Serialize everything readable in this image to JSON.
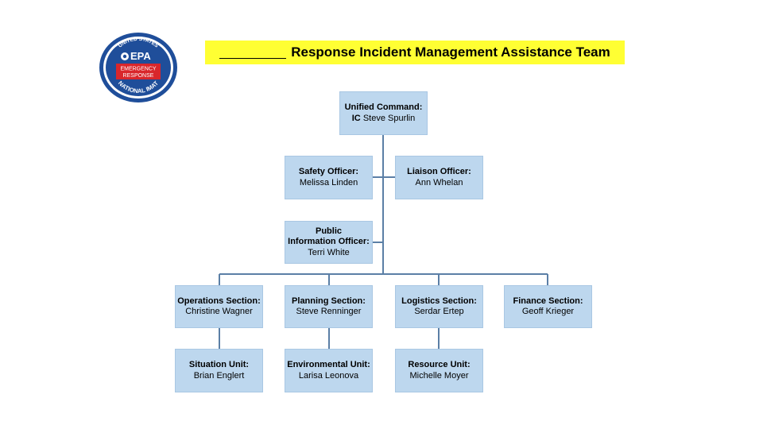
{
  "title": {
    "text": "Response Incident Management Assistance Team"
  },
  "logo": {
    "top_arc": "UNITED STATES",
    "agency": "EPA",
    "line1": "EMERGENCY",
    "line2": "RESPONSE",
    "bottom_arc": "NATIONAL IMAT"
  },
  "colors": {
    "box_fill": "#bdd7ee",
    "connector": "#5b7fa6",
    "title_highlight": "#ffff33",
    "logo_blue": "#1f4e9a",
    "logo_red": "#d9262b"
  },
  "org": {
    "unified_command": {
      "role": "Unified Command:",
      "ic_label": "IC",
      "name": "Steve Spurlin"
    },
    "safety": {
      "role": "Safety Officer:",
      "name": "Melissa Linden"
    },
    "liaison": {
      "role": "Liaison Officer:",
      "name": "Ann Whelan"
    },
    "pio": {
      "role_line1": "Public",
      "role_line2": "Information Officer:",
      "name": "Terri White"
    },
    "operations": {
      "role": "Operations Section:",
      "name": "Christine Wagner"
    },
    "planning": {
      "role": "Planning Section:",
      "name": "Steve Renninger"
    },
    "logistics": {
      "role": "Logistics Section:",
      "name": "Serdar Ertep"
    },
    "finance": {
      "role": "Finance Section:",
      "name": "Geoff Krieger"
    },
    "situation": {
      "role": "Situation Unit:",
      "name": "Brian Englert"
    },
    "environmental": {
      "role": "Environmental Unit:",
      "name": "Larisa Leonova"
    },
    "resource": {
      "role": "Resource Unit:",
      "name": "Michelle Moyer"
    }
  }
}
